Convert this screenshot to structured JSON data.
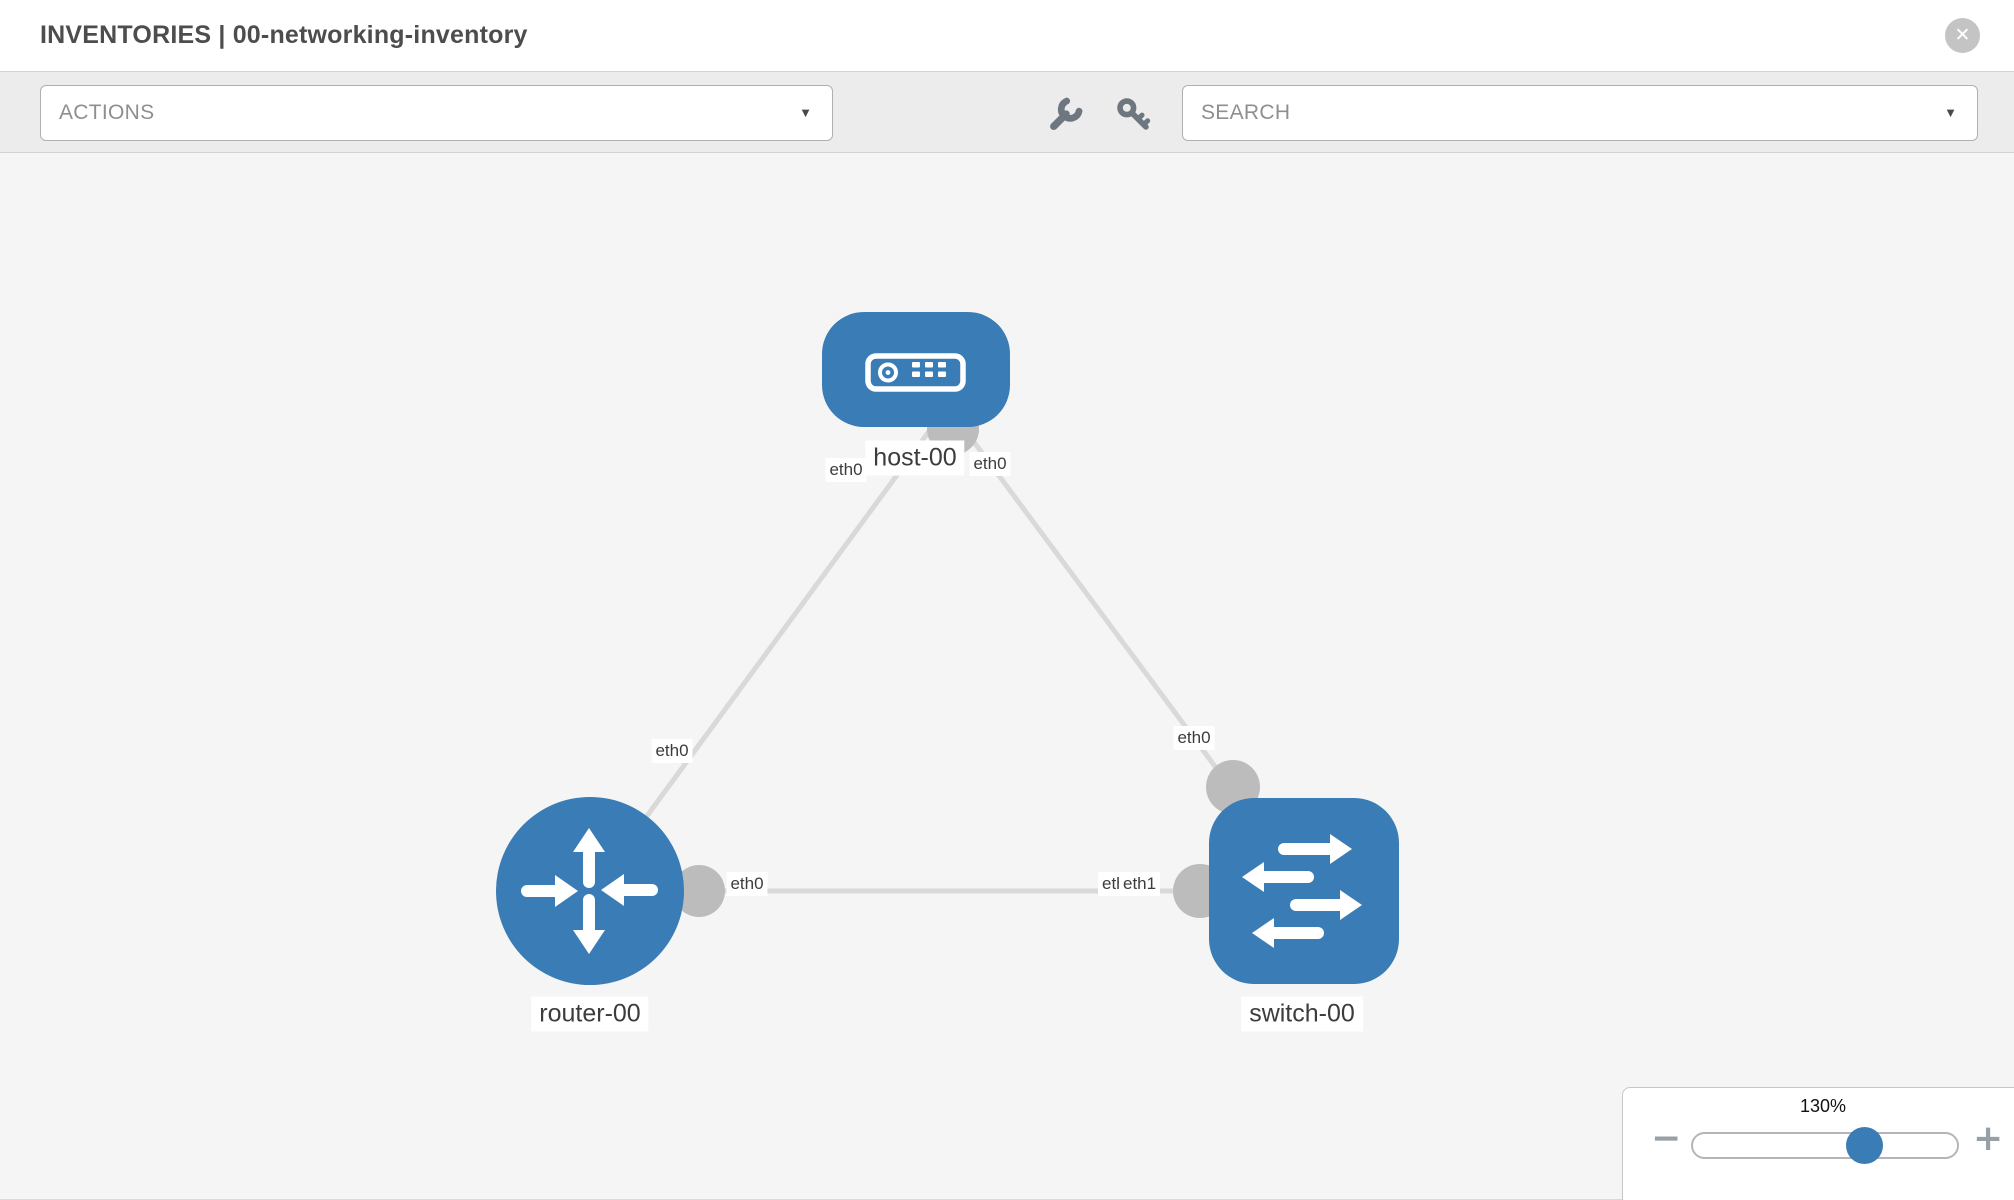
{
  "header": {
    "title": "INVENTORIES | 00-networking-inventory"
  },
  "toolbar": {
    "actions_label": "ACTIONS",
    "search_label": "SEARCH"
  },
  "icons": {
    "close": "✕",
    "dropdown_caret": "▼",
    "wrench": "wrench-icon",
    "key": "key-icon"
  },
  "canvas": {
    "nodes": [
      {
        "label": "host-00",
        "type": "host"
      },
      {
        "label": "router-00",
        "type": "router"
      },
      {
        "label": "switch-00",
        "type": "switch"
      }
    ],
    "links": [
      {
        "from": "host-00",
        "from_if": "eth0",
        "to": "router-00",
        "to_if": "eth0"
      },
      {
        "from": "host-00",
        "from_if": "eth0",
        "to": "switch-00",
        "to_if": "eth0"
      },
      {
        "from": "router-00",
        "from_if": "eth0",
        "to": "switch-00",
        "to_if": "eth1"
      }
    ]
  },
  "zoom_control": {
    "level": "130%",
    "minus": "−",
    "plus": "+"
  },
  "colors": {
    "node_blue": "#3a7cb5",
    "link_gray": "#d9d9d9",
    "interface_gray": "#bcbcbc",
    "canvas_bg": "#f5f5f5",
    "toolbar_bg": "#ececec"
  }
}
